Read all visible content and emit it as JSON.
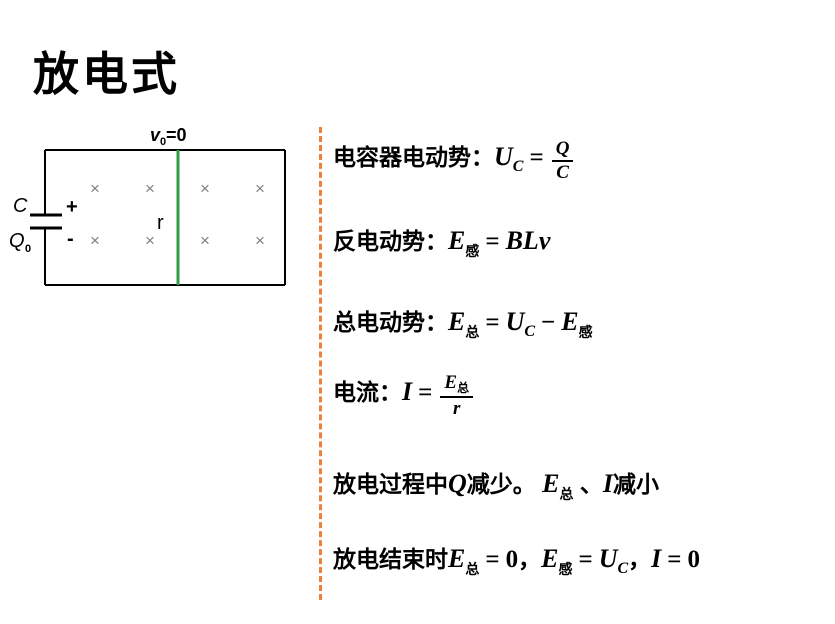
{
  "title": "放电式",
  "diagram": {
    "v0_label": "v",
    "v0_sub": "0",
    "v0_rest": "=0",
    "cap_label": "C",
    "plus": "+",
    "minus": "-",
    "charge_label": "Q",
    "charge_sub": "0",
    "rod_label": "r",
    "cross": "×",
    "accent_rod_color": "#2f9e44",
    "divider_color": "#e8823c"
  },
  "formulas": {
    "cap_emf": {
      "label": "电容器电动势：",
      "var": "U",
      "var_sub": "C",
      "eq": "=",
      "num": "Q",
      "den": "C"
    },
    "back_emf": {
      "label": "反电动势：",
      "var": "E",
      "var_sub": "感",
      "eq": "=",
      "rhs": "BLv"
    },
    "total_emf": {
      "label": "总电动势：",
      "var": "E",
      "var_sub": "总",
      "eq": "=",
      "t1": "U",
      "t1_sub": "C",
      "minus": "−",
      "t2": "E",
      "t2_sub": "感"
    },
    "current": {
      "label": "电流：",
      "var": "I",
      "eq": "=",
      "num": "E",
      "num_sub": "总",
      "den": "r"
    },
    "process": {
      "p1": "放电过程中",
      "q": "Q",
      "p2": "减少。 ",
      "e": "E",
      "e_sub": "总",
      "p3": " 、",
      "i": "I",
      "p4": "减小"
    },
    "end": {
      "p1": "放电结束时",
      "e1": "E",
      "e1_sub": "总",
      "eq1": "=",
      "z1": "0",
      "c1": "，",
      "e2": "E",
      "e2_sub": "感",
      "eq2": "=",
      "u": "U",
      "u_sub": "C",
      "c2": "，",
      "i": "I",
      "eq3": "=",
      "z2": "0"
    }
  }
}
